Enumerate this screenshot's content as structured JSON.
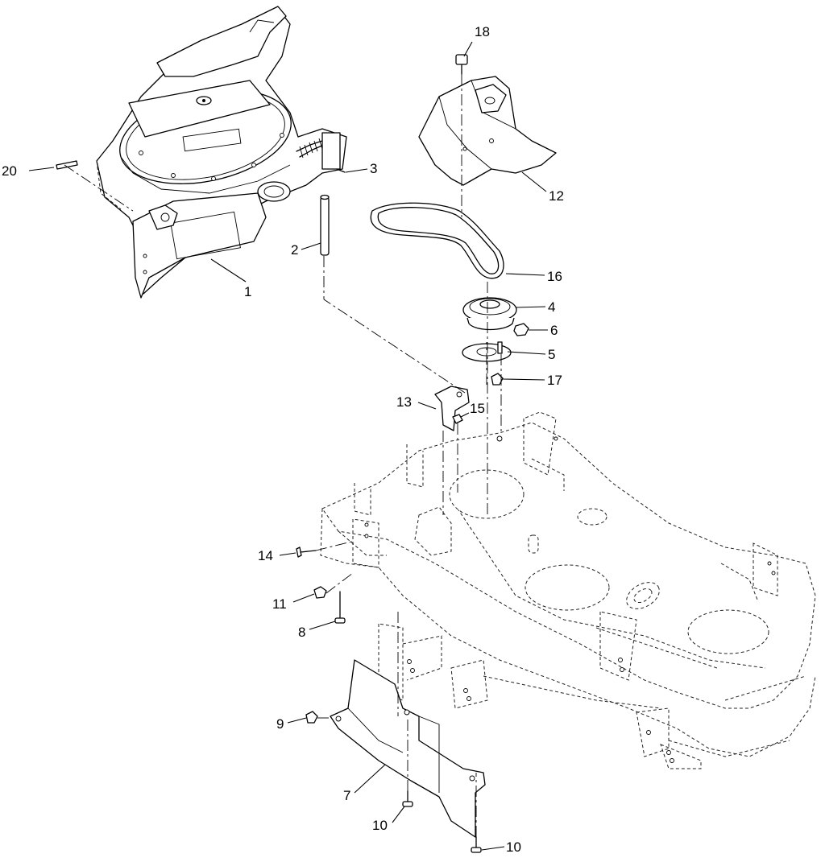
{
  "diagram": {
    "callouts": [
      {
        "id": "c1",
        "label": "1"
      },
      {
        "id": "c2",
        "label": "2"
      },
      {
        "id": "c3",
        "label": "3"
      },
      {
        "id": "c4",
        "label": "4"
      },
      {
        "id": "c5",
        "label": "5"
      },
      {
        "id": "c6",
        "label": "6"
      },
      {
        "id": "c7",
        "label": "7"
      },
      {
        "id": "c8",
        "label": "8"
      },
      {
        "id": "c9",
        "label": "9"
      },
      {
        "id": "c10a",
        "label": "10"
      },
      {
        "id": "c10b",
        "label": "10"
      },
      {
        "id": "c11",
        "label": "11"
      },
      {
        "id": "c12",
        "label": "12"
      },
      {
        "id": "c13",
        "label": "13"
      },
      {
        "id": "c14",
        "label": "14"
      },
      {
        "id": "c15",
        "label": "15"
      },
      {
        "id": "c16",
        "label": "16"
      },
      {
        "id": "c17",
        "label": "17"
      },
      {
        "id": "c18",
        "label": "18"
      },
      {
        "id": "c20",
        "label": "20"
      }
    ]
  }
}
